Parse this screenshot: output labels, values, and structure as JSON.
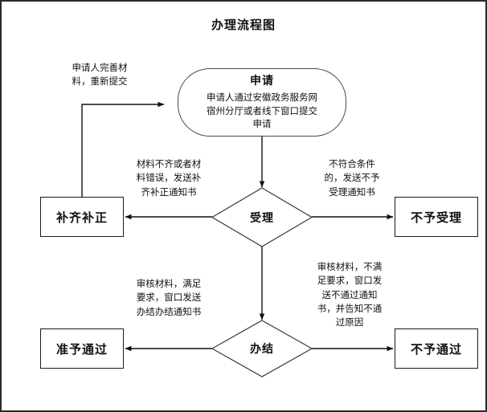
{
  "chart_data": {
    "type": "diagram",
    "title": "办理流程图",
    "diagram_kind": "flowchart",
    "nodes": [
      {
        "id": "apply",
        "shape": "rounded-rect",
        "head": "申请",
        "body": "申请人通过安徽政务服务网宿州分厅或者线下窗口提交申请"
      },
      {
        "id": "accept",
        "shape": "diamond",
        "label": "受理"
      },
      {
        "id": "supplement",
        "shape": "rect",
        "label": "补齐补正"
      },
      {
        "id": "reject-accept",
        "shape": "rect",
        "label": "不予受理"
      },
      {
        "id": "complete",
        "shape": "diamond",
        "label": "办结"
      },
      {
        "id": "approved",
        "shape": "rect",
        "label": "准予通过"
      },
      {
        "id": "not-approved",
        "shape": "rect",
        "label": "不予通过"
      }
    ],
    "edges": [
      {
        "from": "apply",
        "to": "accept",
        "label": ""
      },
      {
        "from": "accept",
        "to": "supplement",
        "label": "材料不齐或者材料错误，发送补齐补正通知书"
      },
      {
        "from": "accept",
        "to": "reject-accept",
        "label": "不符合条件的，发送不予受理通知书"
      },
      {
        "from": "supplement",
        "to": "apply",
        "label": "申请人完善材料，重新提交"
      },
      {
        "from": "accept",
        "to": "complete",
        "label": ""
      },
      {
        "from": "complete",
        "to": "approved",
        "label": "审核材料，满足要求，窗口发送办结办结通知书"
      },
      {
        "from": "complete",
        "to": "not-approved",
        "label": "审核材料，不满足要求，窗口发送不通过通知书，并告知不通过原因"
      }
    ]
  },
  "page": {
    "title": "办理流程图"
  },
  "nodes": {
    "apply": {
      "head": "申请",
      "body_line1": "申请人通过安徽政务服务网",
      "body_line2": "宿州分厅或者线下窗口提交",
      "body_line3": "申请"
    },
    "accept": {
      "label": "受理"
    },
    "supplement": {
      "label": "补齐补正"
    },
    "reject_accept": {
      "label": "不予受理"
    },
    "complete": {
      "label": "办结"
    },
    "approved": {
      "label": "准予通过"
    },
    "not_approved": {
      "label": "不予通过"
    }
  },
  "edge_labels": {
    "resubmit": {
      "line1": "申请人完善材料，",
      "line2": "料，重新提交",
      "full": "申请人完善材料，重新提交"
    },
    "resubmit_l1": "申请人完善材",
    "resubmit_l2": "料，重新提交",
    "supplement_l1": "材料不齐或者材",
    "supplement_l2": "料错误，发送补",
    "supplement_l3": "齐补正通知书",
    "reject_l1": "不符合条件",
    "reject_l2": "的，发送不予",
    "reject_l3": "受理通知书",
    "approved_l1": "审核材料，满足",
    "approved_l2": "要求，窗口发送",
    "approved_l3": "办结办结通知书",
    "notapproved_l1": "审核材料，不满",
    "notapproved_l2": "足要求，窗口发",
    "notapproved_l3": "送不通过通知",
    "notapproved_l4": "书，并告知不通",
    "notapproved_l5": "过原因"
  },
  "colors": {
    "frame": "#2b2b2b",
    "stroke": "#1a1a1a",
    "rounded_stroke": "#4a4a4a",
    "text": "#111111",
    "background": "#ffffff"
  }
}
